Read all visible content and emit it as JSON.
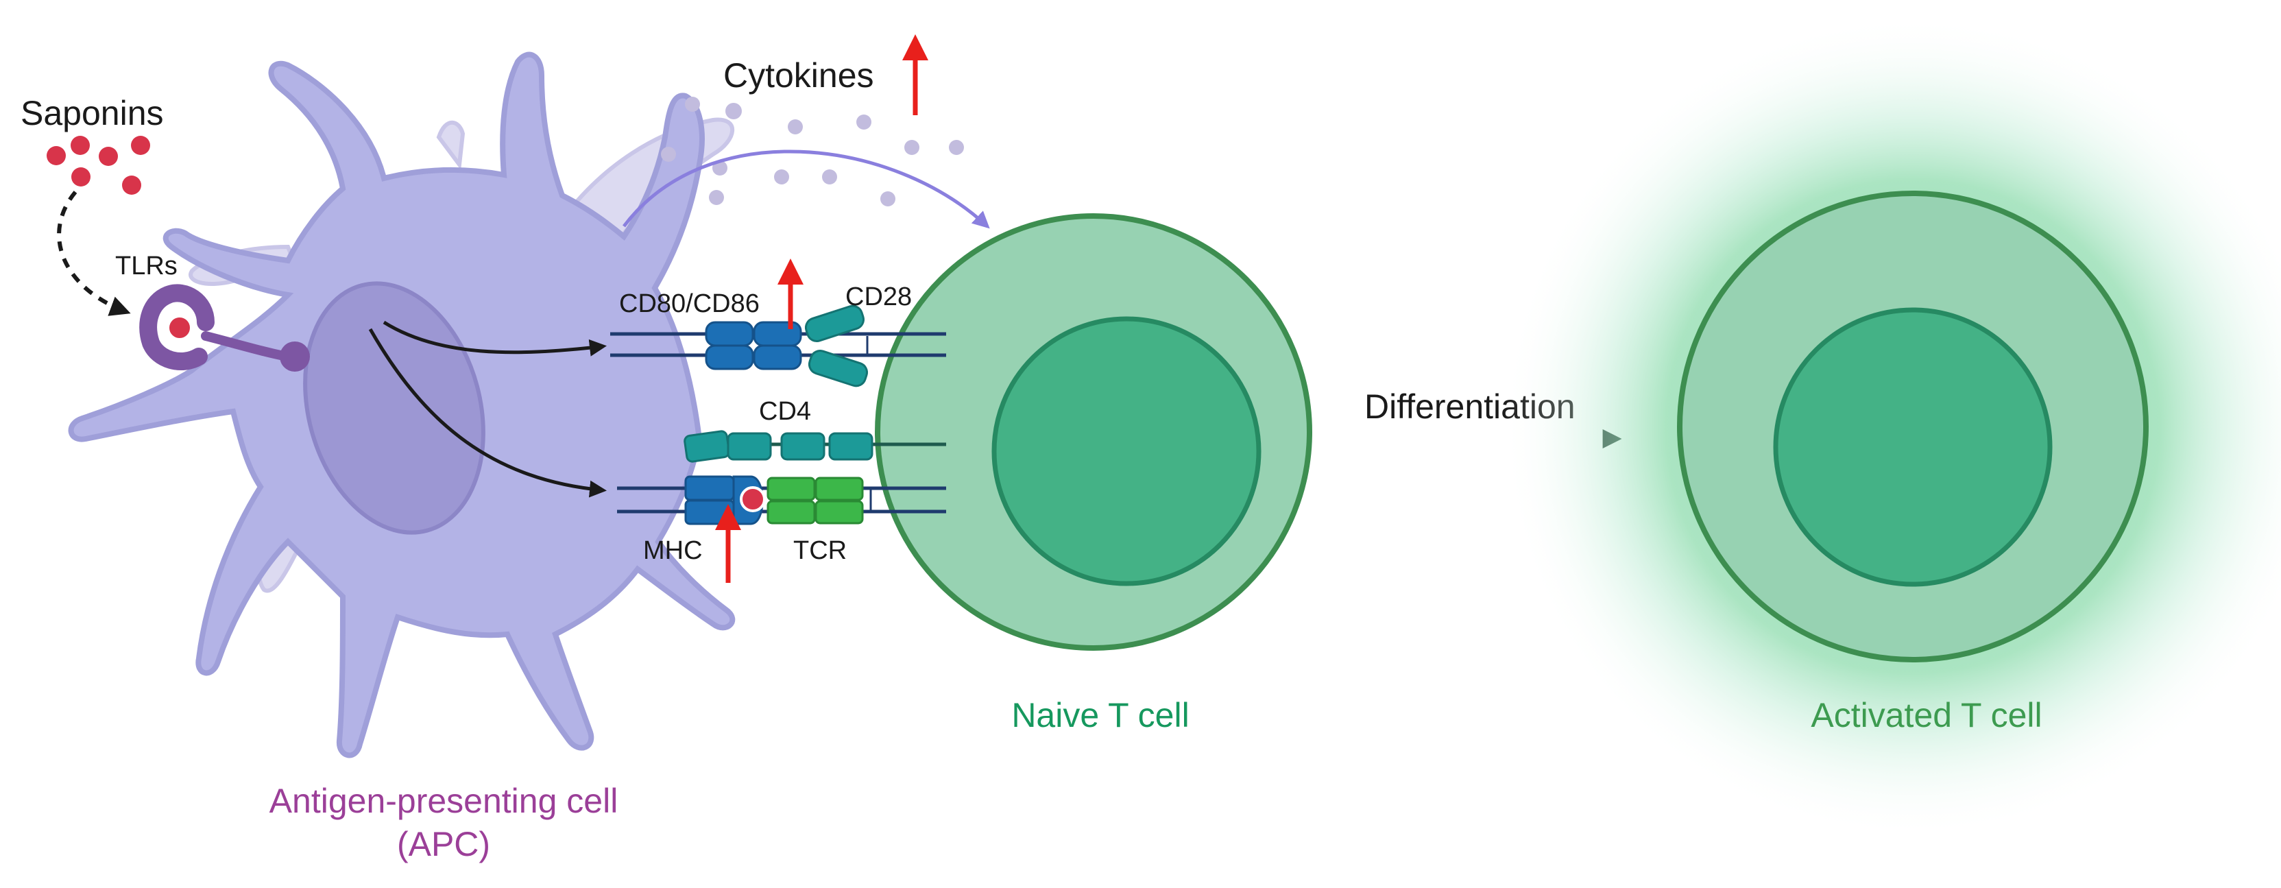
{
  "labels": {
    "saponins": "Saponins",
    "tlrs": "TLRs",
    "cytokines": "Cytokines",
    "cd80_cd86": "CD80/CD86",
    "cd28": "CD28",
    "cd4": "CD4",
    "mhc": "MHC",
    "tcr": "TCR",
    "apc_line1": "Antigen-presenting cell",
    "apc_line2": "(APC)",
    "naive_t_cell": "Naive T cell",
    "differentiation": "Differentiation",
    "activated_t_cell": "Activated T cell"
  },
  "colors": {
    "apc_body": "#b3b3e6",
    "apc_nucleus": "#9c97d3",
    "saponin": "#d8344a",
    "up_arrow": "#e8201c",
    "cytokine_dot": "#c2bcde",
    "receptor_blue": "#1c6fb5",
    "receptor_teal": "#1c9a98",
    "tcr_green": "#3cb749",
    "t_cell_outer": "#97d2b2",
    "t_cell_inner": "#44b286",
    "t_cell_border": "#3d8e50",
    "apc_label": "#9b3f98",
    "t_cell_label": "#16985e",
    "activated_label": "#3d9b50"
  }
}
